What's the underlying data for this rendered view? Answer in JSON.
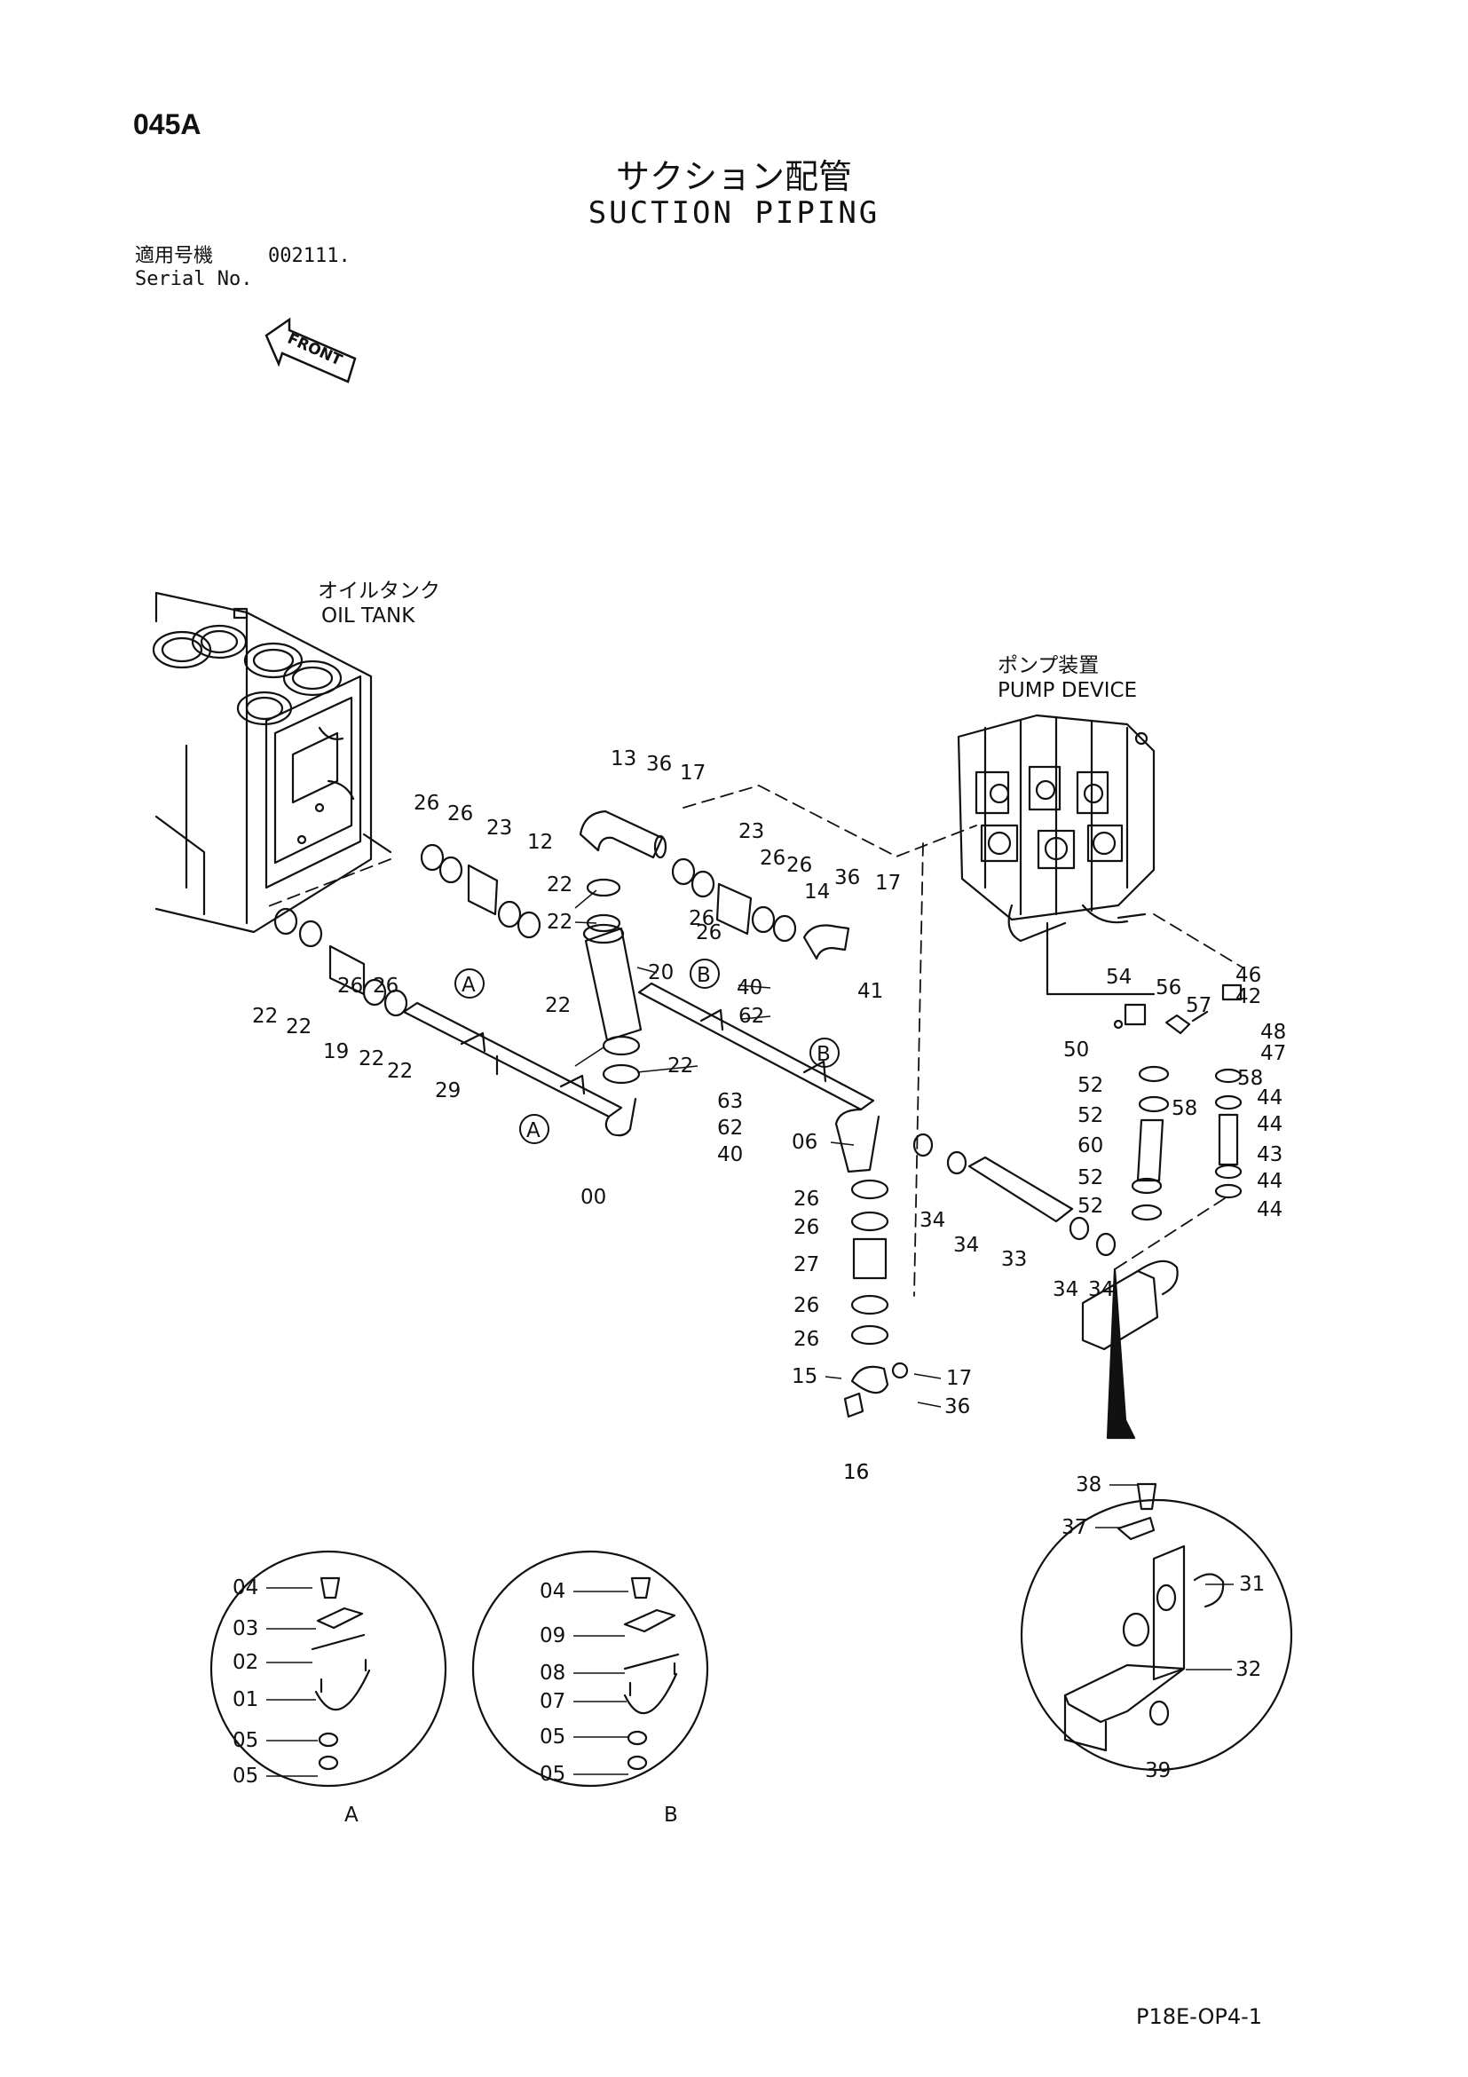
{
  "page_id": "045A",
  "title_jp": "サクション配管",
  "title_en": "SUCTION PIPING",
  "serial": {
    "label_jp": "適用号機",
    "label_en": "Serial No.",
    "value": "002111."
  },
  "front_label": "FRONT",
  "oil_tank": {
    "jp": "オイルタンク",
    "en": "OIL TANK"
  },
  "pump_device": {
    "jp": "ポンプ装置",
    "en": "PUMP DEVICE"
  },
  "footer_code": "P18E-OP4-1",
  "detail_labels": {
    "a": "A",
    "b": "B"
  },
  "callouts": [
    "13",
    "36",
    "17",
    "12",
    "23",
    "26",
    "26",
    "26",
    "26",
    "22",
    "22",
    "26",
    "26",
    "23",
    "26",
    "26",
    "14",
    "36",
    "17",
    "20",
    "22",
    "22",
    "22",
    "22",
    "19",
    "22",
    "22",
    "29",
    "00",
    "40",
    "62",
    "41",
    "63",
    "62",
    "40",
    "06",
    "26",
    "26",
    "27",
    "26",
    "26",
    "15",
    "17",
    "36",
    "16",
    "16",
    "34",
    "34",
    "33",
    "34",
    "34",
    "54",
    "56",
    "57",
    "46",
    "42",
    "48",
    "47",
    "50",
    "52",
    "52",
    "60",
    "52",
    "52",
    "58",
    "58",
    "44",
    "44",
    "43",
    "44",
    "44",
    "04",
    "03",
    "02",
    "01",
    "05",
    "05",
    "04",
    "09",
    "08",
    "07",
    "05",
    "05",
    "38",
    "37",
    "31",
    "32",
    "39"
  ]
}
